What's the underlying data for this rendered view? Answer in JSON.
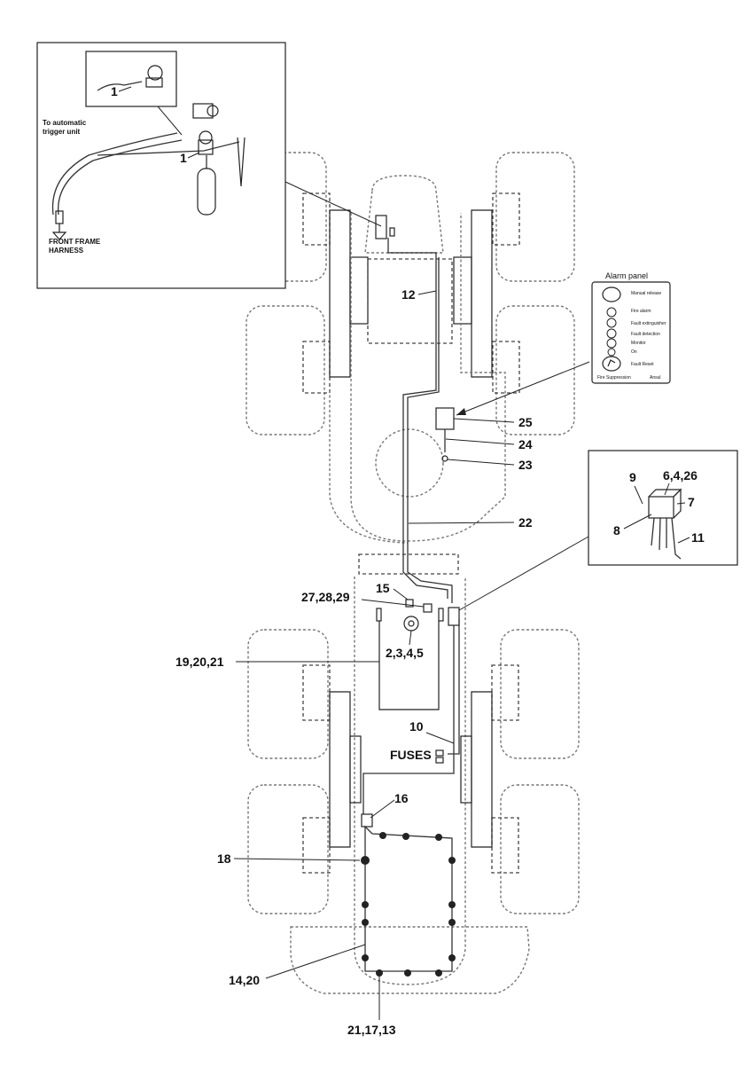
{
  "inset_trigger": {
    "note_trigger": [
      "To automatic",
      "trigger unit"
    ],
    "note_harness": [
      "FRONT FRAME",
      "HARNESS"
    ],
    "callout_1a": "1",
    "callout_1b": "1"
  },
  "alarm_panel": {
    "title": "Alarm panel",
    "rows": [
      "Manual release",
      "Fire alarm",
      "Fault extinguisher",
      "Fault detection",
      "Monitor",
      "On",
      "Fault Reset"
    ],
    "footer": [
      "Fire Suppression",
      "Ansul"
    ]
  },
  "control_unit_inset": {
    "callouts": [
      "9",
      "6,4,26",
      "7",
      "8",
      "11"
    ]
  },
  "callouts": {
    "c12": "12",
    "c25": "25",
    "c24": "24",
    "c23": "23",
    "c22": "22",
    "c15": "15",
    "c27": "27,28,29",
    "c2": "2,3,4,5",
    "c19": "19,20,21",
    "c10": "10",
    "fuses": "FUSES",
    "c16": "16",
    "c18": "18",
    "c14": "14,20",
    "c21": "21,17,13"
  },
  "colors": {
    "outline_dashed": "#777777",
    "lines": "#222222",
    "background": "#ffffff"
  }
}
